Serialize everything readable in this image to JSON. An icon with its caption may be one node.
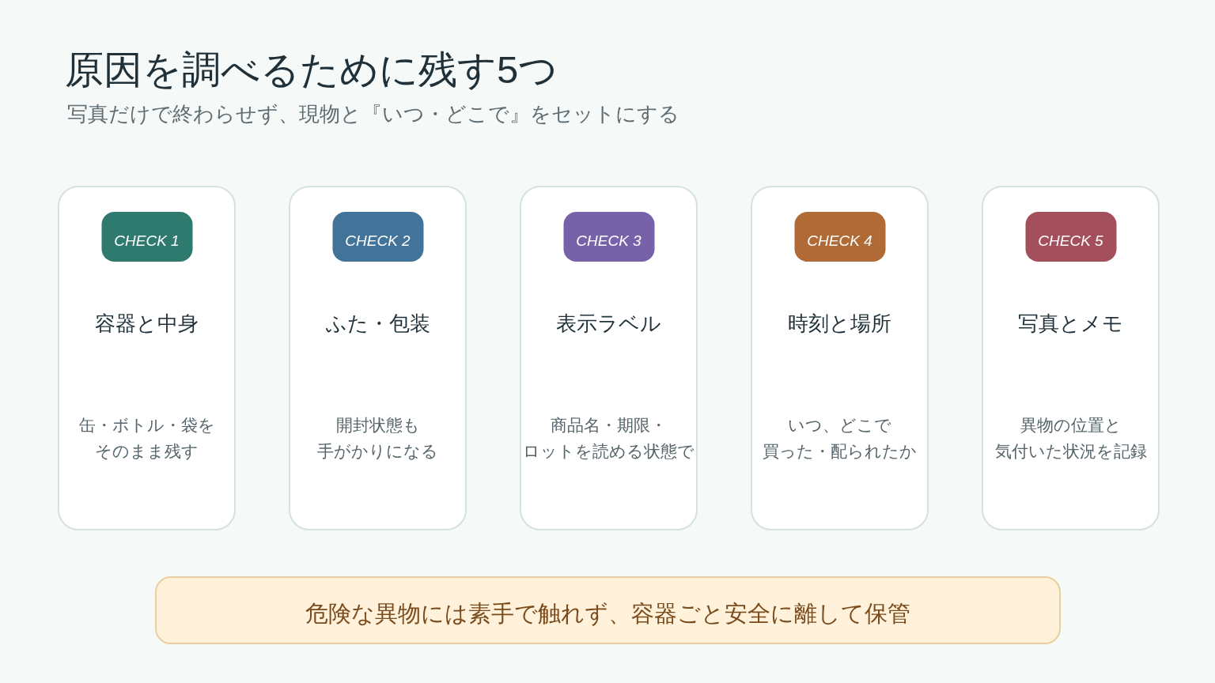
{
  "diagram": {
    "title": "原因を調べるために残す5つ",
    "nodes": [
      {
        "text": [
          "容器と中身",
          "缶・ボトル・袋をそのまま残す"
        ]
      },
      {
        "text": [
          "CHECK 1"
        ],
        "in": 0
      },
      {
        "text": [
          "ふた・包装",
          "開封状態も手がかりになる"
        ]
      },
      {
        "text": [
          "CHECK 2"
        ],
        "in": 2
      },
      {
        "text": [
          "表示ラベル",
          "商品名・期限・ロットを読める状態で"
        ]
      },
      {
        "text": [
          "CHECK 3"
        ],
        "in": 4
      },
      {
        "text": [
          "時刻と場所",
          "いつ、どこで買った・配られたか"
        ]
      },
      {
        "text": [
          "CHECK 4"
        ],
        "in": 6
      },
      {
        "text": [
          "写真とメモ",
          "異物の位置と気付いた状況を記録"
        ]
      },
      {
        "text": [
          "CHECK 5"
        ],
        "in": 8
      },
      {
        "text": [
          "危険な異物には素手で触れず、容器ごと安全に離して保管"
        ]
      }
    ],
    "labels": [
      "写真だけで終わらせず、現物と『いつ・どこで』をセットにする"
    ]
  }
}
